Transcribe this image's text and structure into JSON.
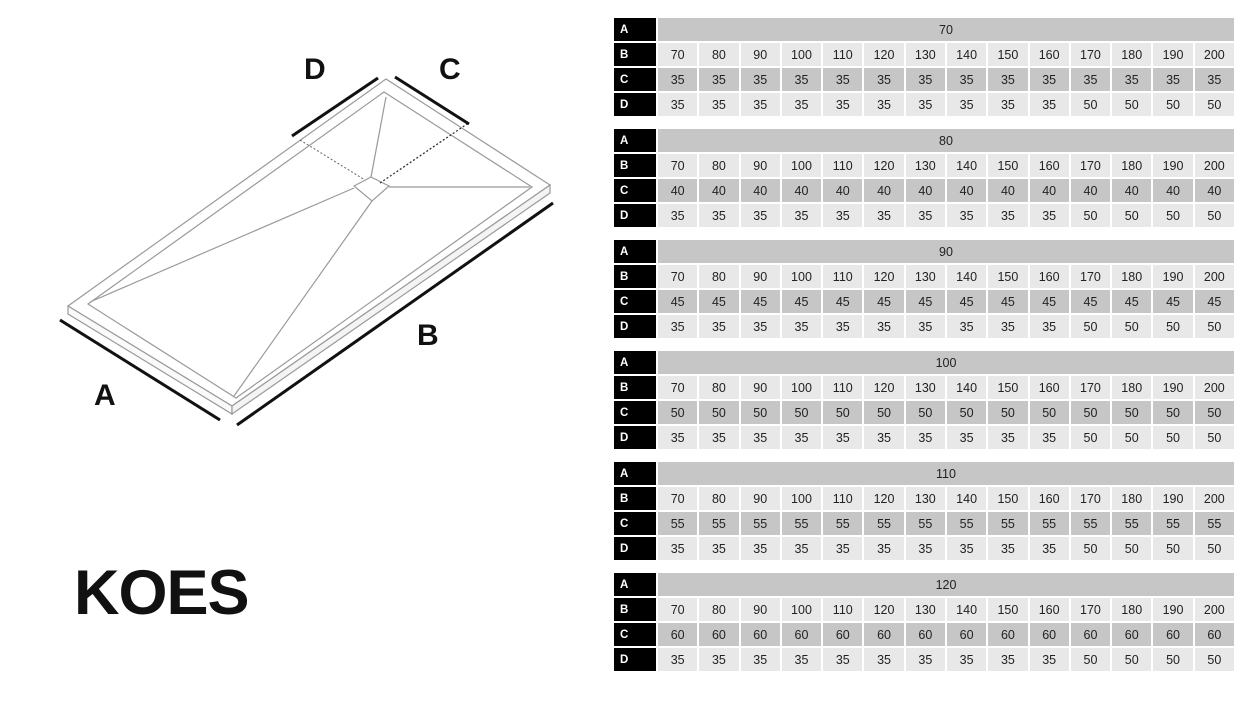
{
  "diagram": {
    "labels": {
      "a": "A",
      "b": "B",
      "c": "C",
      "d": "D"
    }
  },
  "logo": {
    "text": "KOES"
  },
  "row_labels": {
    "a": "A",
    "b": "B",
    "c": "C",
    "d": "D"
  },
  "tables": [
    {
      "a": "70",
      "b": [
        "70",
        "80",
        "90",
        "100",
        "110",
        "120",
        "130",
        "140",
        "150",
        "160",
        "170",
        "180",
        "190",
        "200"
      ],
      "c": [
        "35",
        "35",
        "35",
        "35",
        "35",
        "35",
        "35",
        "35",
        "35",
        "35",
        "35",
        "35",
        "35",
        "35"
      ],
      "d": [
        "35",
        "35",
        "35",
        "35",
        "35",
        "35",
        "35",
        "35",
        "35",
        "35",
        "50",
        "50",
        "50",
        "50"
      ]
    },
    {
      "a": "80",
      "b": [
        "70",
        "80",
        "90",
        "100",
        "110",
        "120",
        "130",
        "140",
        "150",
        "160",
        "170",
        "180",
        "190",
        "200"
      ],
      "c": [
        "40",
        "40",
        "40",
        "40",
        "40",
        "40",
        "40",
        "40",
        "40",
        "40",
        "40",
        "40",
        "40",
        "40"
      ],
      "d": [
        "35",
        "35",
        "35",
        "35",
        "35",
        "35",
        "35",
        "35",
        "35",
        "35",
        "50",
        "50",
        "50",
        "50"
      ]
    },
    {
      "a": "90",
      "b": [
        "70",
        "80",
        "90",
        "100",
        "110",
        "120",
        "130",
        "140",
        "150",
        "160",
        "170",
        "180",
        "190",
        "200"
      ],
      "c": [
        "45",
        "45",
        "45",
        "45",
        "45",
        "45",
        "45",
        "45",
        "45",
        "45",
        "45",
        "45",
        "45",
        "45"
      ],
      "d": [
        "35",
        "35",
        "35",
        "35",
        "35",
        "35",
        "35",
        "35",
        "35",
        "35",
        "50",
        "50",
        "50",
        "50"
      ]
    },
    {
      "a": "100",
      "b": [
        "70",
        "80",
        "90",
        "100",
        "110",
        "120",
        "130",
        "140",
        "150",
        "160",
        "170",
        "180",
        "190",
        "200"
      ],
      "c": [
        "50",
        "50",
        "50",
        "50",
        "50",
        "50",
        "50",
        "50",
        "50",
        "50",
        "50",
        "50",
        "50",
        "50"
      ],
      "d": [
        "35",
        "35",
        "35",
        "35",
        "35",
        "35",
        "35",
        "35",
        "35",
        "35",
        "50",
        "50",
        "50",
        "50"
      ]
    },
    {
      "a": "110",
      "b": [
        "70",
        "80",
        "90",
        "100",
        "110",
        "120",
        "130",
        "140",
        "150",
        "160",
        "170",
        "180",
        "190",
        "200"
      ],
      "c": [
        "55",
        "55",
        "55",
        "55",
        "55",
        "55",
        "55",
        "55",
        "55",
        "55",
        "55",
        "55",
        "55",
        "55"
      ],
      "d": [
        "35",
        "35",
        "35",
        "35",
        "35",
        "35",
        "35",
        "35",
        "35",
        "35",
        "50",
        "50",
        "50",
        "50"
      ]
    },
    {
      "a": "120",
      "b": [
        "70",
        "80",
        "90",
        "100",
        "110",
        "120",
        "130",
        "140",
        "150",
        "160",
        "170",
        "180",
        "190",
        "200"
      ],
      "c": [
        "60",
        "60",
        "60",
        "60",
        "60",
        "60",
        "60",
        "60",
        "60",
        "60",
        "60",
        "60",
        "60",
        "60"
      ],
      "d": [
        "35",
        "35",
        "35",
        "35",
        "35",
        "35",
        "35",
        "35",
        "35",
        "35",
        "50",
        "50",
        "50",
        "50"
      ]
    }
  ]
}
